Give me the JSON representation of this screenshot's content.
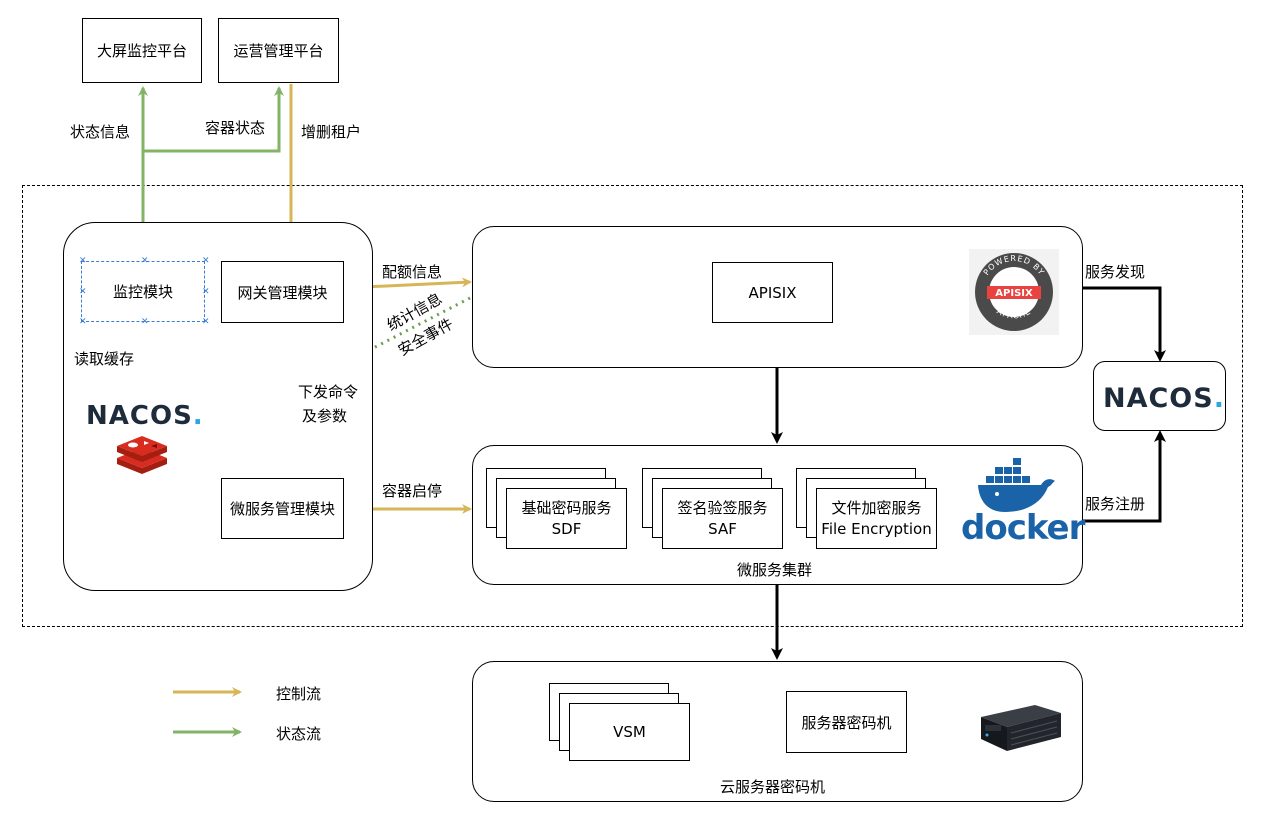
{
  "top": {
    "dashboard": "大屏监控平台",
    "ops": "运营管理平台"
  },
  "labels": {
    "status_info": "状态信息",
    "container_status": "容器状态",
    "add_del_tenant": "增删租户",
    "quota_info": "配额信息",
    "stats_line1": "统计信息",
    "stats_line2": "安全事件",
    "cmd_line1": "下发命令",
    "cmd_line2": "及参数",
    "read_cache": "读取缓存",
    "container_start_stop": "容器启停",
    "service_discovery": "服务发现",
    "service_register": "服务注册"
  },
  "left": {
    "monitor": "监控模块",
    "gateway": "网关管理模块",
    "microservice": "微服务管理模块",
    "nacos_logo": "NACOS",
    "nacos_dot": "."
  },
  "apisix": {
    "box": "APISIX",
    "badge_top": "POWERED BY",
    "badge_name": "APISIX",
    "badge_bottom": "APACHE"
  },
  "cluster": {
    "title": "微服务集群",
    "sdf_line1": "基础密码服务",
    "sdf_line2": "SDF",
    "saf_line1": "签名验签服务",
    "saf_line2": "SAF",
    "fe_line1": "文件加密服务",
    "fe_line2": "File Encryption",
    "docker_word": "docker"
  },
  "right_nacos": {
    "logo": "NACOS",
    "dot": "."
  },
  "cloud": {
    "title": "云服务器密码机",
    "vsm": "VSM",
    "server": "服务器密码机"
  },
  "legend": {
    "control": "控制流",
    "status": "状态流"
  },
  "colors": {
    "control_flow": "#d6b656",
    "status_flow": "#82b366",
    "dotted_status": "#6a9f4b",
    "black": "#000000"
  }
}
